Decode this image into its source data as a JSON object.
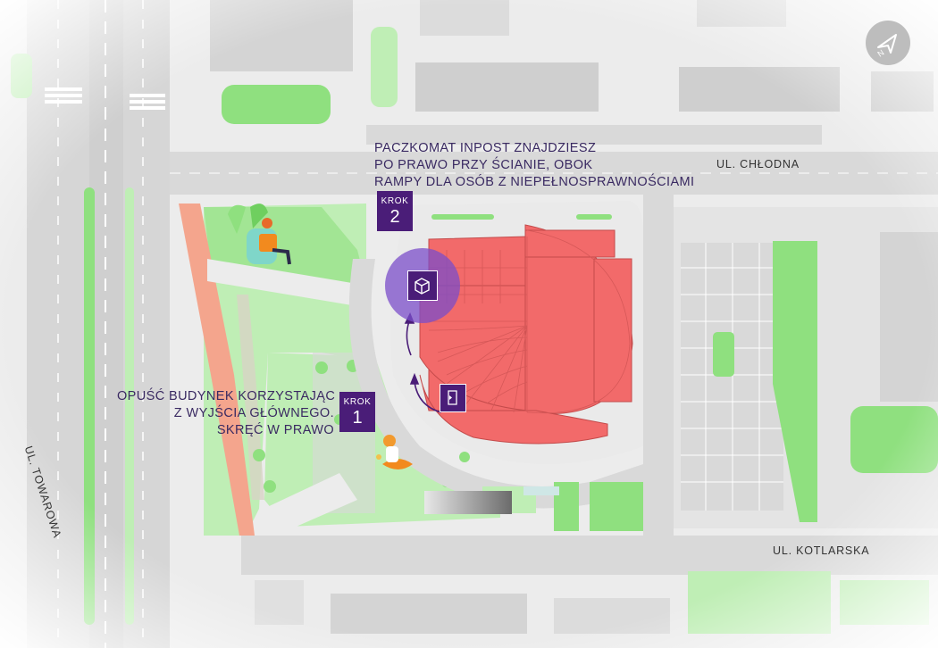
{
  "map": {
    "streets": {
      "chlodna": "UL. CHŁODNA",
      "kotlarska": "UL. KOTLARSKA",
      "towarowa": "UL. TOWAROWA"
    },
    "step1": {
      "word": "KROK",
      "number": "1",
      "instruction_lines": [
        "OPUŚĆ BUDYNEK KORZYSTAJĄC",
        "Z WYJŚCIA GŁÓWNEGO.",
        "SKRĘĆ W PRAWO"
      ]
    },
    "step2": {
      "word": "KROK",
      "number": "2",
      "instruction_lines": [
        "PACZKOMAT INPOST ZNAJDZIESZ",
        "PO PRAWO PRZY ŚCIANIE, OBOK",
        "RAMPY DLA OSÓB Z NIEPEŁNOSPRAWNOŚCIAMI"
      ]
    },
    "colors": {
      "building": "#f26a6a",
      "accent": "#4a1d78",
      "marker_halo": "#7b4dc9",
      "green": "#8fe07f",
      "road": "#d9d9d9",
      "sidewalk": "#efefef"
    },
    "icons": {
      "compass": "compass-north-arrow-icon",
      "parcel_locker": "parcel-box-icon",
      "exit": "door-exit-icon"
    }
  }
}
